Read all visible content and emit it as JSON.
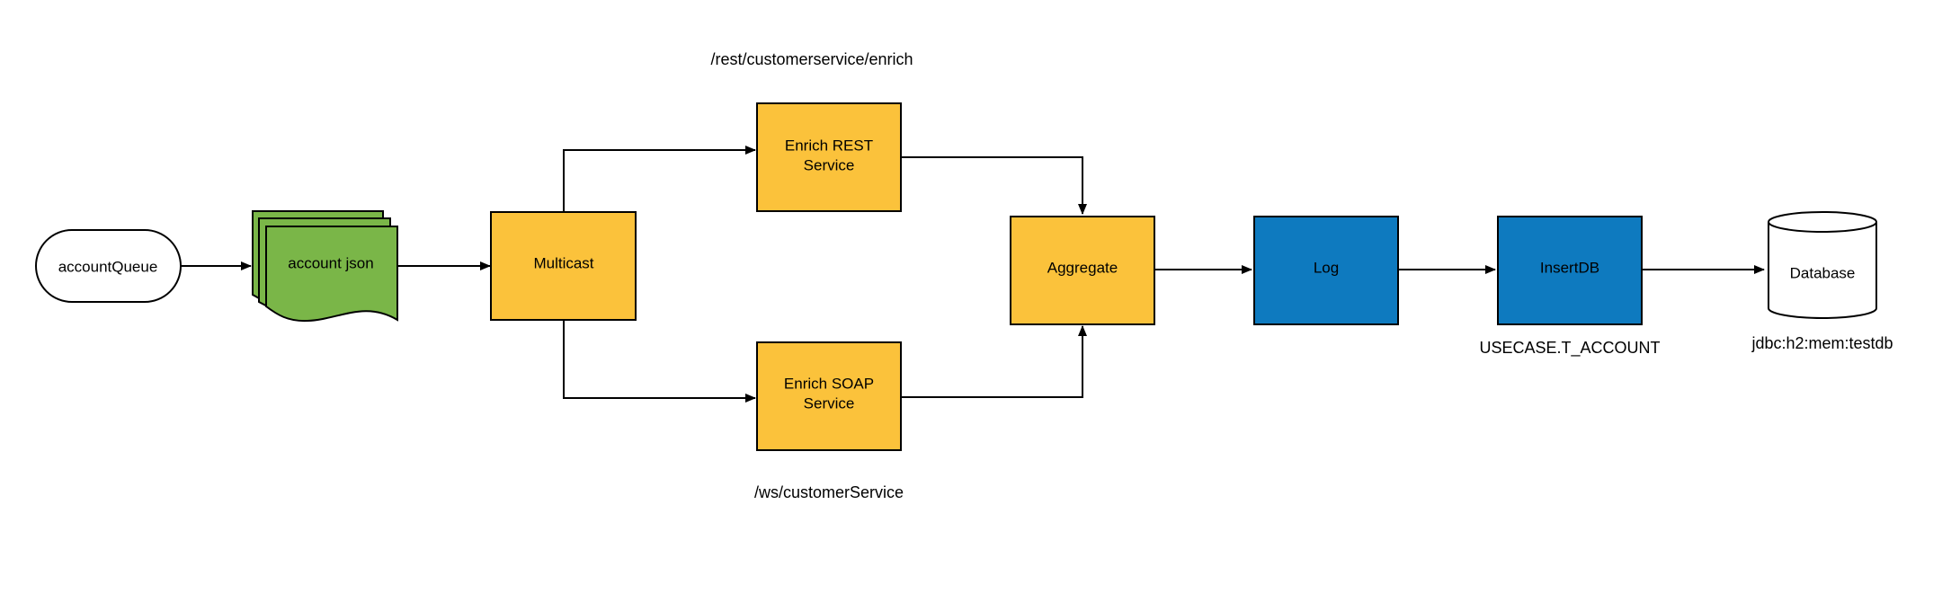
{
  "colors": {
    "yellow": "#FBC23B",
    "blue": "#0E7ABF",
    "green": "#7AB648",
    "stroke": "#000000",
    "background": "#FFFFFF"
  },
  "nodes": {
    "account_queue": {
      "label": "accountQueue",
      "shape": "terminator"
    },
    "account_json": {
      "label": "account json",
      "shape": "multi-document",
      "color": "green"
    },
    "multicast": {
      "label": "Multicast",
      "shape": "process",
      "color": "yellow"
    },
    "enrich_rest": {
      "line1": "Enrich REST",
      "line2": "Service",
      "shape": "process",
      "color": "yellow"
    },
    "enrich_soap": {
      "line1": "Enrich SOAP",
      "line2": "Service",
      "shape": "process",
      "color": "yellow"
    },
    "aggregate": {
      "label": "Aggregate",
      "shape": "process",
      "color": "yellow"
    },
    "log": {
      "label": "Log",
      "shape": "process",
      "color": "blue"
    },
    "insert_db": {
      "label": "InsertDB",
      "shape": "process",
      "color": "blue"
    },
    "database": {
      "label": "Database",
      "shape": "cylinder"
    }
  },
  "captions": {
    "rest_endpoint": "/rest/customerservice/enrich",
    "soap_endpoint": "/ws/customerService",
    "table_name": "USECASE.T_ACCOUNT",
    "jdbc_url": "jdbc:h2:mem:testdb"
  },
  "edges": [
    {
      "from": "account_queue",
      "to": "account_json"
    },
    {
      "from": "account_json",
      "to": "multicast"
    },
    {
      "from": "multicast",
      "to": "enrich_rest"
    },
    {
      "from": "multicast",
      "to": "enrich_soap"
    },
    {
      "from": "enrich_rest",
      "to": "aggregate"
    },
    {
      "from": "enrich_soap",
      "to": "aggregate"
    },
    {
      "from": "aggregate",
      "to": "log"
    },
    {
      "from": "log",
      "to": "insert_db"
    },
    {
      "from": "insert_db",
      "to": "database"
    }
  ]
}
